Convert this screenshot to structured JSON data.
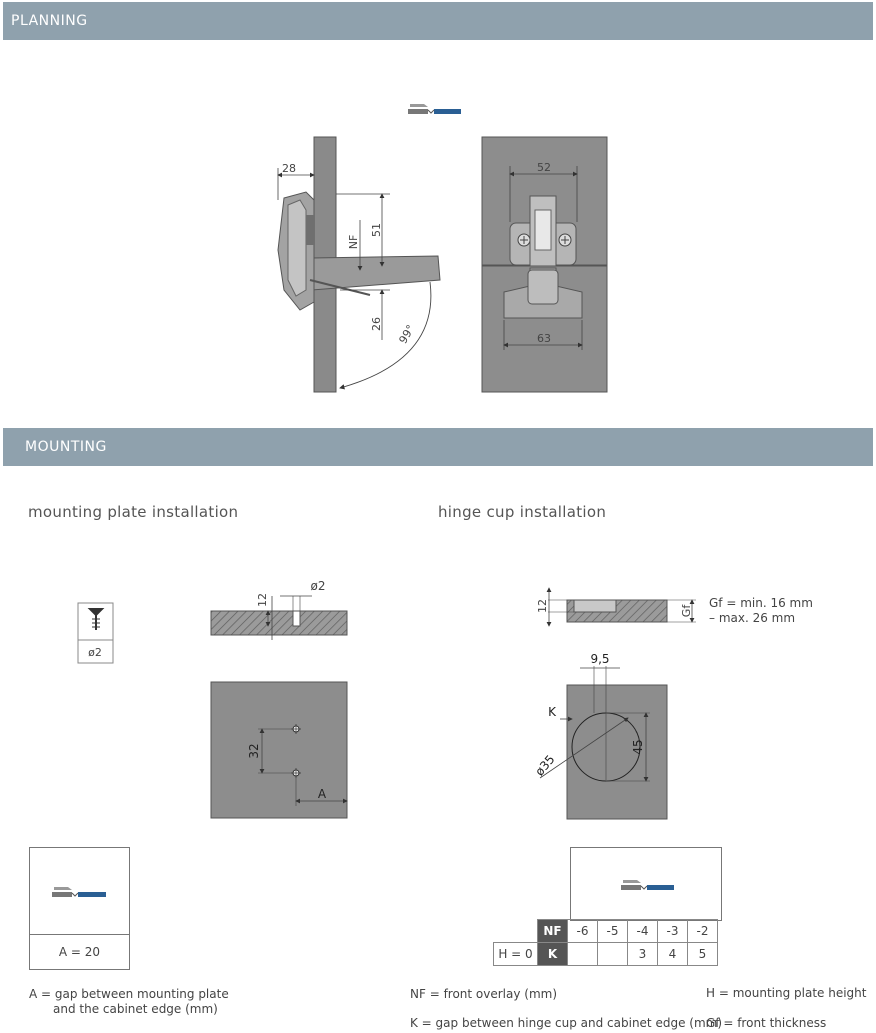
{
  "sections": {
    "planning": "PLANNING",
    "mounting": "MOUNTING"
  },
  "subtitles": {
    "plate": "mounting plate installation",
    "cup": "hinge cup installation"
  },
  "planning_dims": {
    "overhang": "28",
    "nf": "NF",
    "height": "51",
    "gap": "26",
    "angle": "99°",
    "width_top": "52",
    "width_plate": "63"
  },
  "plate_dims": {
    "depth": "12",
    "hole_dia": "ø2",
    "spacing": "32",
    "edge": "A",
    "screw_label": "ø2"
  },
  "cup_dims": {
    "depth": "12",
    "gf": "Gf",
    "offset": "9,5",
    "k": "K",
    "dia": "ø35",
    "height": "45",
    "gf_note_1": "Gf = min. 16 mm",
    "gf_note_2": "– max. 26 mm"
  },
  "a_box": {
    "value": "A = 20"
  },
  "nf_table": {
    "nf_label": "NF",
    "k_label": "K",
    "h_label": "H = 0",
    "nf_values": [
      "-6",
      "-5",
      "-4",
      "-3",
      "-2"
    ],
    "k_values": [
      "",
      "",
      "3",
      "4",
      "5"
    ]
  },
  "legend": {
    "a_line1": "A =  gap between mounting plate",
    "a_line2": "and the cabinet edge (mm)",
    "nf": "NF =  front overlay (mm)",
    "k": "K =  gap between hinge cup and cabinet edge (mm)",
    "h": "H =  mounting plate height",
    "gf": "Gf =  front thickness"
  },
  "colors": {
    "band": "#8fa1ad",
    "panel": "#8a8a8a",
    "door": "#999999",
    "accent_blue": "#2a5f94"
  }
}
